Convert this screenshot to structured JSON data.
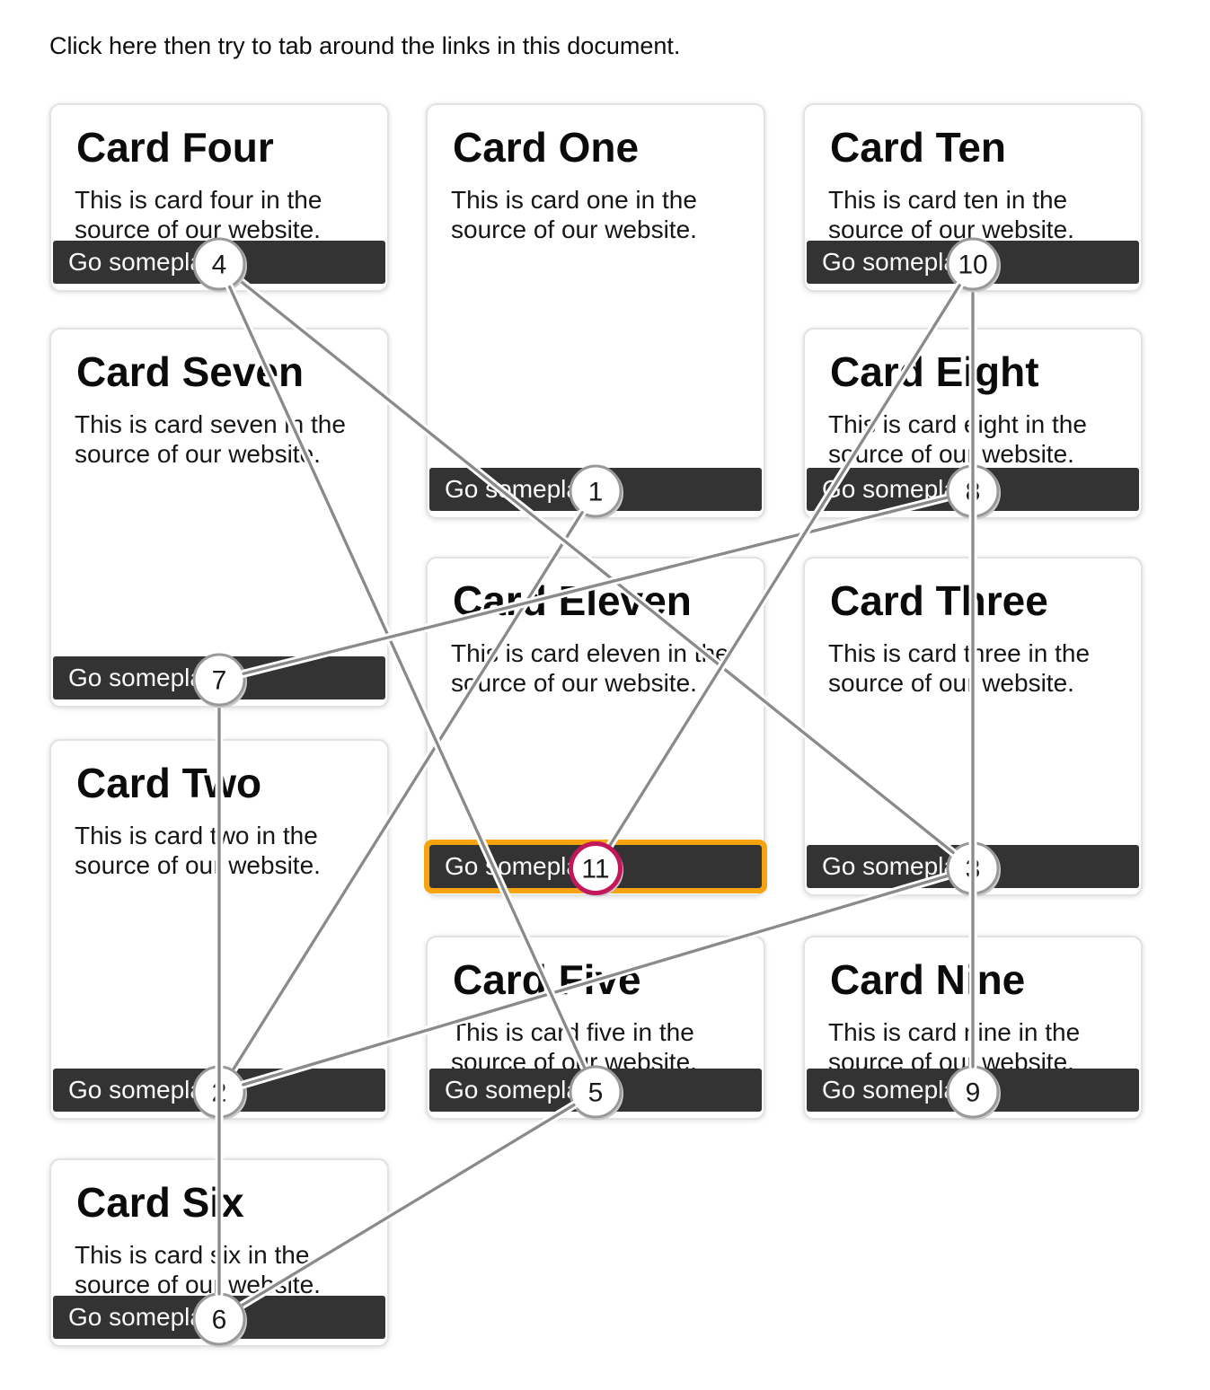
{
  "page": {
    "instruction": "Click here then try to tab around the links in this document.",
    "background_color": "#ffffff"
  },
  "cards": [
    {
      "id": "four",
      "title": "Card Four",
      "body": "This is card four in the source of our website.",
      "button": "Go someplace",
      "tab_number": 4,
      "focused": false
    },
    {
      "id": "seven",
      "title": "Card Seven",
      "body": "This is card seven in the source of our website.",
      "button": "Go someplace",
      "tab_number": 7,
      "focused": false
    },
    {
      "id": "two",
      "title": "Card Two",
      "body": "This is card two in the source of our website.",
      "button": "Go someplace",
      "tab_number": 2,
      "focused": false
    },
    {
      "id": "six",
      "title": "Card Six",
      "body": "This is card six in the source of our website.",
      "button": "Go someplace",
      "tab_number": 6,
      "focused": false
    },
    {
      "id": "one",
      "title": "Card One",
      "body": "This is card one in the source of our website.",
      "button": "Go someplace",
      "tab_number": 1,
      "focused": false
    },
    {
      "id": "eleven",
      "title": "Card Eleven",
      "body": "This is card eleven in the source of our website.",
      "button": "Go someplace",
      "tab_number": 11,
      "focused": true
    },
    {
      "id": "five",
      "title": "Card Five",
      "body": "This is card five in the source of our website.",
      "button": "Go someplace",
      "tab_number": 5,
      "focused": false
    },
    {
      "id": "ten",
      "title": "Card Ten",
      "body": "This is card ten in the source of our website.",
      "button": "Go someplace",
      "tab_number": 10,
      "focused": false
    },
    {
      "id": "eight",
      "title": "Card Eight",
      "body": "This is card eight in the source of our website.",
      "button": "Go someplace",
      "tab_number": 8,
      "focused": false
    },
    {
      "id": "three",
      "title": "Card Three",
      "body": "This is card three in the source of our website.",
      "button": "Go someplace",
      "tab_number": 3,
      "focused": false
    },
    {
      "id": "nine",
      "title": "Card Nine",
      "body": "This is card nine in the source of our website.",
      "button": "Go someplace",
      "tab_number": 9,
      "focused": false
    }
  ],
  "overlay": {
    "type": "tab-order-visualization",
    "line_color": "#8a8a8a",
    "line_casing_color": "#ffffff",
    "marker_fill": "#ffffff",
    "marker_border_color": "#999999",
    "focused_marker_border_color": "#C2185B",
    "focus_ring_color": "#F6A30F",
    "markers": [
      {
        "number": "1"
      },
      {
        "number": "2"
      },
      {
        "number": "3"
      },
      {
        "number": "4"
      },
      {
        "number": "5"
      },
      {
        "number": "6"
      },
      {
        "number": "7"
      },
      {
        "number": "8"
      },
      {
        "number": "9"
      },
      {
        "number": "10"
      },
      {
        "number": "11"
      }
    ]
  }
}
